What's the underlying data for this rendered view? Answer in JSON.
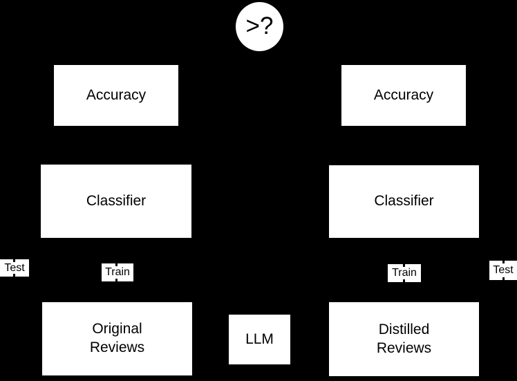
{
  "nodes": {
    "comparison": {
      "label": ">?"
    },
    "accuracy_left": {
      "label": "Accuracy"
    },
    "accuracy_right": {
      "label": "Accuracy"
    },
    "classifier_left": {
      "label": "Classifier"
    },
    "classifier_right": {
      "label": "Classifier"
    },
    "original_reviews": {
      "line1": "Original",
      "line2": "Reviews"
    },
    "distilled_reviews": {
      "line1": "Distilled",
      "line2": "Reviews"
    },
    "llm": {
      "label": "LLM"
    }
  },
  "edge_labels": {
    "test_left": "Test",
    "train_left": "Train",
    "train_right": "Train",
    "test_right": "Test"
  },
  "colors": {
    "background": "#000000",
    "node_fill": "#ffffff",
    "node_text": "#000000",
    "edge_stroke": "#000000"
  }
}
